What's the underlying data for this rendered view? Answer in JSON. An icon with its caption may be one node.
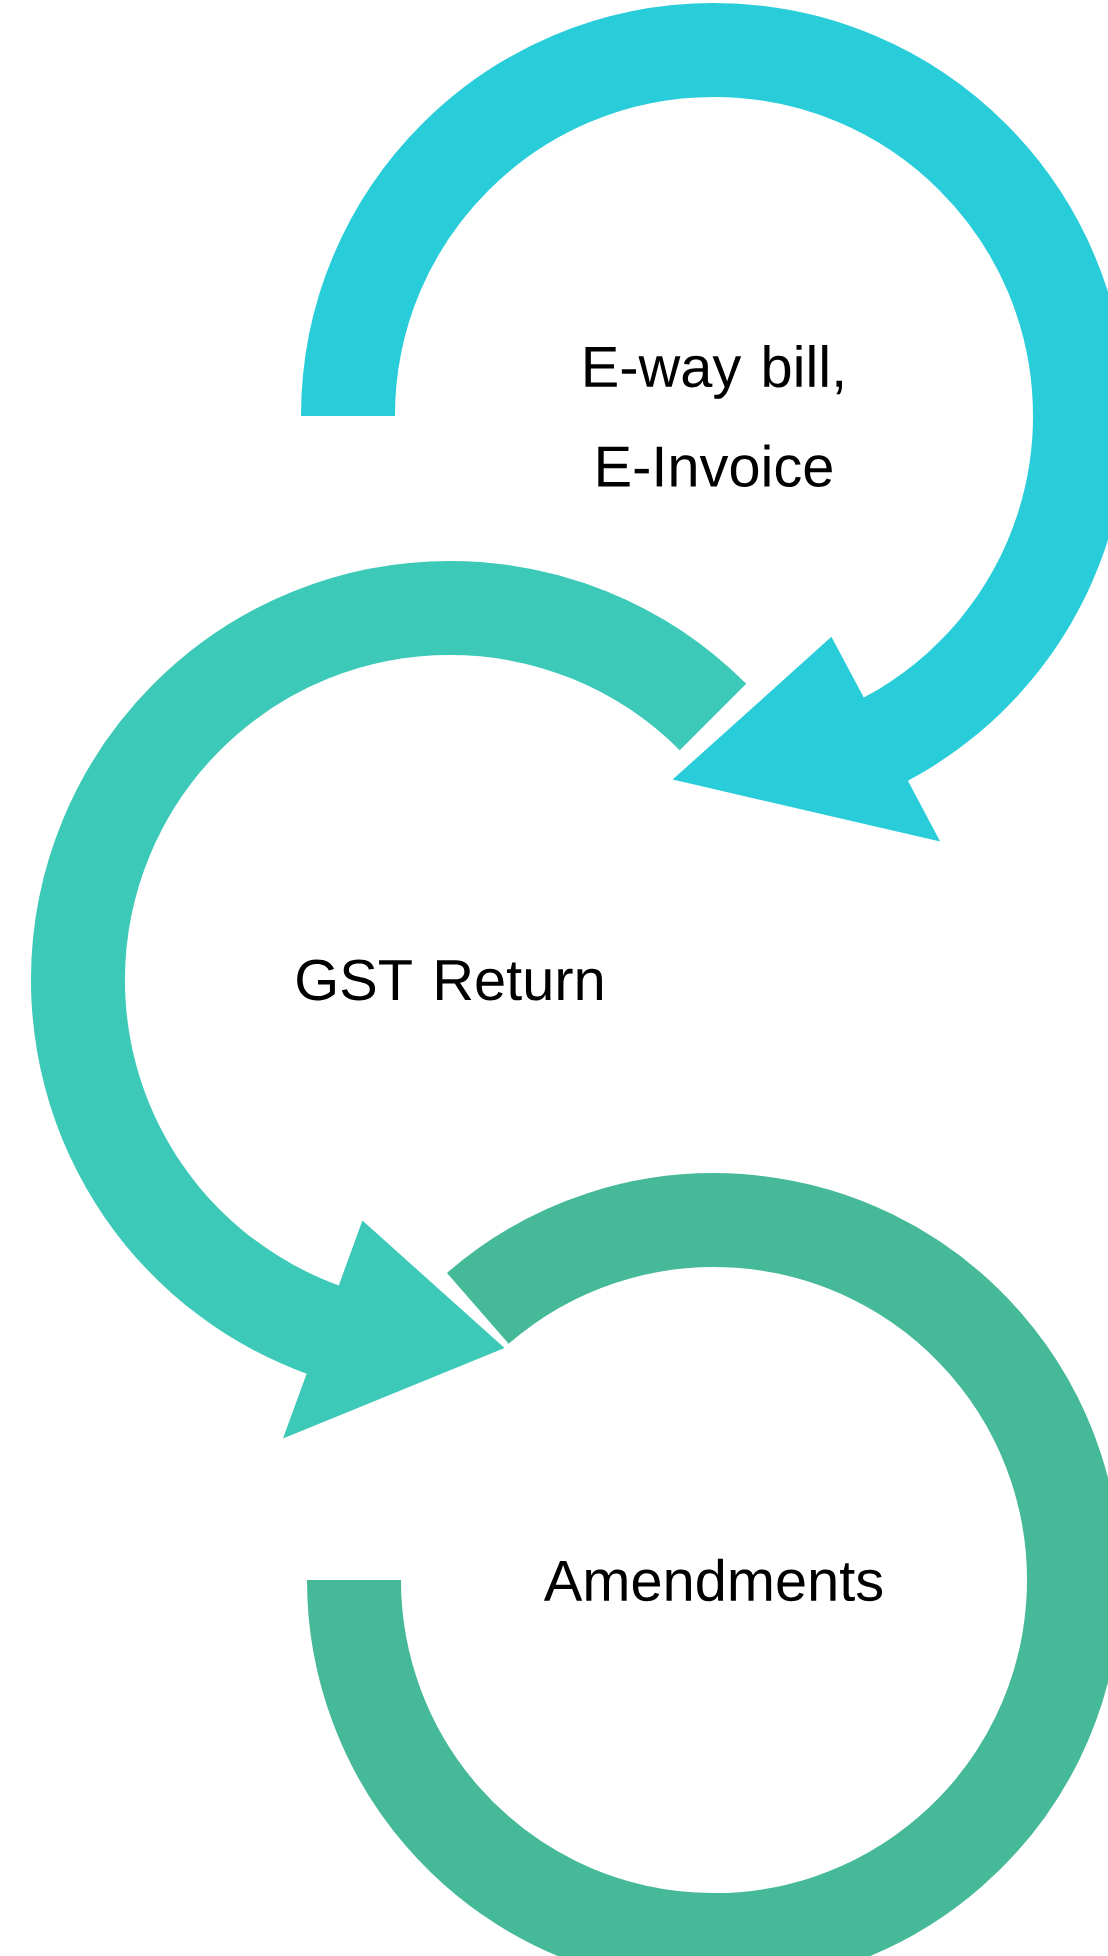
{
  "diagram": {
    "nodes": [
      {
        "text": [
          "E-way bill, E-Invoice"
        ]
      },
      {
        "text": [
          "GST Return"
        ]
      },
      {
        "text": [
          "Amendments"
        ]
      }
    ],
    "edges": [
      {
        "from": 0,
        "to": 1,
        "arrow": "to",
        "color": "#29cdd9"
      },
      {
        "from": 1,
        "to": 2,
        "arrow": "to",
        "color": "#3cc9b8"
      }
    ]
  }
}
